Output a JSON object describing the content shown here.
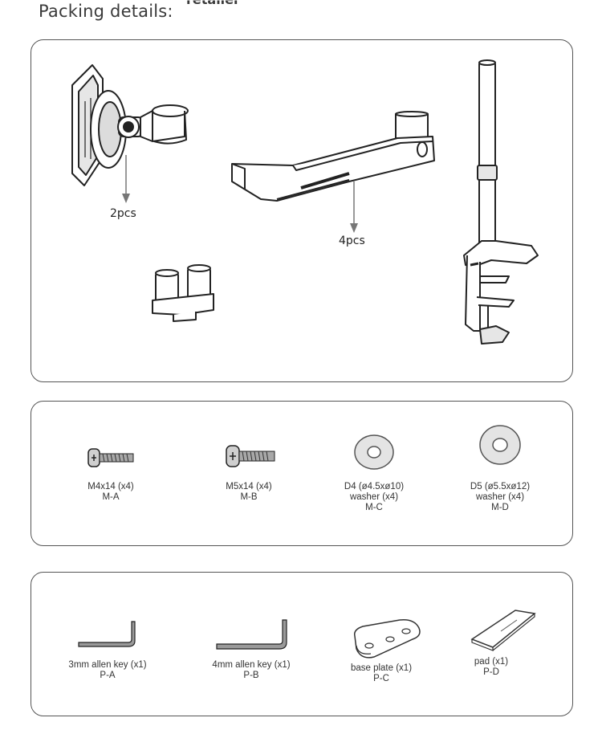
{
  "page": {
    "heading": "Packing details:",
    "heading_fragment": "retailer"
  },
  "components": {
    "monitor_plate_qty": "2pcs",
    "arm_qty": "4pcs"
  },
  "hardware": [
    {
      "line1": "M4x14 (x4)",
      "line2": "M-A",
      "line3": ""
    },
    {
      "line1": "M5x14 (x4)",
      "line2": "M-B",
      "line3": ""
    },
    {
      "line1": "D4 (ø4.5xø10)",
      "line2": "washer (x4)",
      "line3": "M-C"
    },
    {
      "line1": "D5 (ø5.5xø12)",
      "line2": "washer (x4)",
      "line3": "M-D"
    }
  ],
  "tools": [
    {
      "line1": "3mm allen key (x1)",
      "line2": "P-A"
    },
    {
      "line1": "4mm allen key (x1)",
      "line2": "P-B"
    },
    {
      "line1": "base plate (x1)",
      "line2": "P-C"
    },
    {
      "line1": "pad (x1)",
      "line2": "P-D"
    }
  ],
  "colors": {
    "outline": "#555555",
    "ink": "#222222",
    "metal": "#9a9a9a"
  }
}
